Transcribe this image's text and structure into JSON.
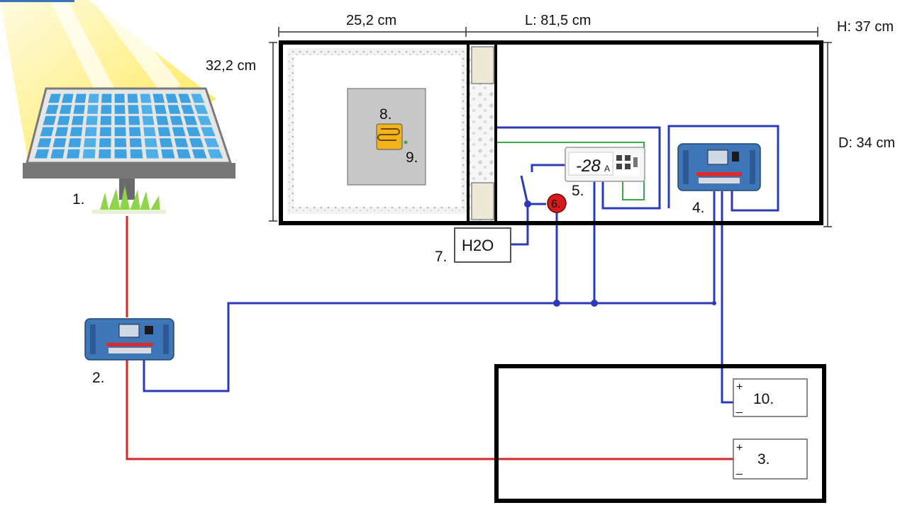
{
  "dimensions": {
    "inner_width": "25,2 cm",
    "length": "L: 81,5 cm",
    "height": "H: 37 cm",
    "inner_height": "32,2 cm",
    "depth": "D: 34 cm"
  },
  "components": {
    "solar_panel": "1.",
    "charge_controller_main": "2.",
    "battery_main": "3.",
    "charge_controller_box": "4.",
    "thermostat": "5.",
    "indicator_lamp": "6.",
    "water_tank_number": "7.",
    "water_tank_label": "H2O",
    "heater": "8.",
    "sensor": "9.",
    "battery_secondary": "10."
  },
  "thermostat_display": "-28",
  "thermostat_unit": "A",
  "battery_plus": "+",
  "battery_minus": "_",
  "colors": {
    "red_wire": "#d8252b",
    "blue_wire": "#2d3ab8",
    "green_wire": "#3fa64a",
    "outline": "#000000",
    "heater": "#f2b21c",
    "chamber_fill": "#c7c7c7",
    "insulation": "#ece9d6",
    "controller_body": "#3f76b8",
    "lamp": "#d41c1c",
    "sun": "#ffe84a"
  }
}
